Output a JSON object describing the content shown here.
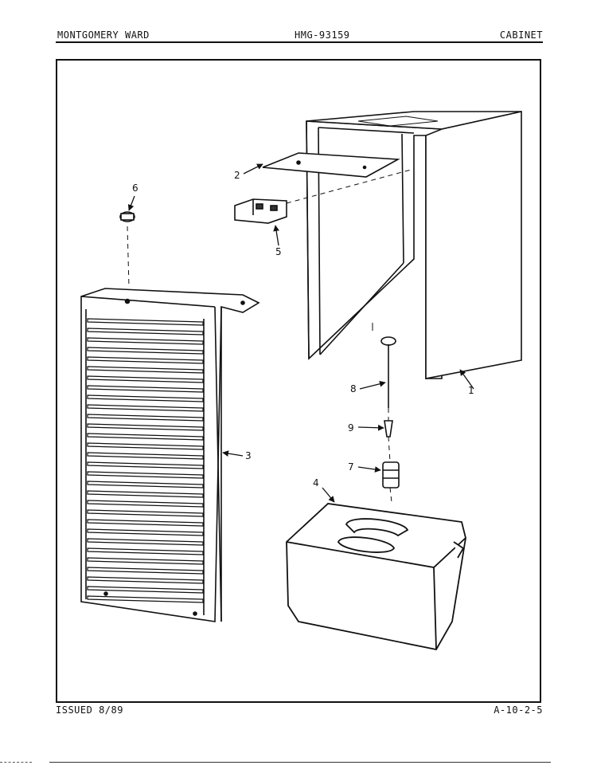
{
  "header": {
    "left": "MONTGOMERY WARD",
    "center": "HMG-93159",
    "right": "CABINET"
  },
  "footer": {
    "left": "ISSUED 8/89",
    "right": "A-10-2-5"
  },
  "callouts": [
    "1",
    "2",
    "3",
    "4",
    "5",
    "6",
    "7",
    "8",
    "9"
  ]
}
